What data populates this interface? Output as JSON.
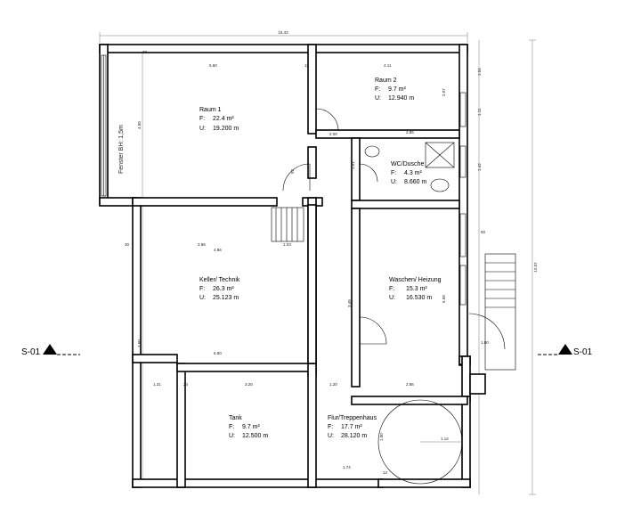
{
  "plan": {
    "overall_width": "15.43",
    "overall_height": "12.07",
    "window_note": "Fenster BH: 1,5m",
    "section_left": "S-01",
    "section_right": "S-01"
  },
  "rooms": {
    "raum1": {
      "name": "Raum 1",
      "area_label": "F:",
      "area": "22.4 m²",
      "perim_label": "U:",
      "perimeter": "19.200 m"
    },
    "raum2": {
      "name": "Raum 2",
      "area_label": "F:",
      "area": "9.7 m²",
      "perim_label": "U:",
      "perimeter": "12.940 m"
    },
    "wc": {
      "name": "WC/Dusche",
      "area_label": "F:",
      "area": "4.3 m²",
      "perim_label": "U:",
      "perimeter": "8.660 m"
    },
    "keller": {
      "name": "Keller/ Technik",
      "area_label": "F:",
      "area": "26.3 m²",
      "perim_label": "U:",
      "perimeter": "25.123 m"
    },
    "waschen": {
      "name": "Waschen/ Heizung",
      "area_label": "F:",
      "area": "15.3 m²",
      "perim_label": "U:",
      "perimeter": "16.530 m"
    },
    "tank": {
      "name": "Tank",
      "area_label": "F:",
      "area": "9.7 m²",
      "perim_label": "U:",
      "perimeter": "12.500 m"
    },
    "flur": {
      "name": "Flur/Treppenhaus",
      "area_label": "F:",
      "area": "17.7 m²",
      "perim_label": "U:",
      "perimeter": "28.120 m"
    }
  },
  "dimensions": {
    "d_5_60": "5.60",
    "d_11_a": "11",
    "d_4_11": "4.11",
    "d_30_top": "30",
    "d_4_00": "4.00",
    "d_2_07": "2.07",
    "d_1_54": "1.54",
    "d_1_11": "1.11",
    "d_2_00": "2.00",
    "d_2_85": "2.85",
    "d_1_01": "1.01",
    "d_1_42": "1.42",
    "d_3_66": "3.66",
    "d_4_86": "4.86",
    "d_1_03": "1.03",
    "d_7_60": "7.60",
    "d_6_80": "6.80",
    "d_1_31": "1.31",
    "d_3_20": "3.20",
    "d_2_86": "2.86",
    "d_1_20": "1.20",
    "d_1_12": "1.12",
    "d_1_74": "1.74",
    "d_5_58": "5.58",
    "d_3_49": "3.49",
    "d_30_a": "30",
    "d_24_a": "24",
    "d_12_a": "12",
    "d_50_a": "50",
    "d_92_a": "92",
    "d_1_00": "1.00"
  }
}
